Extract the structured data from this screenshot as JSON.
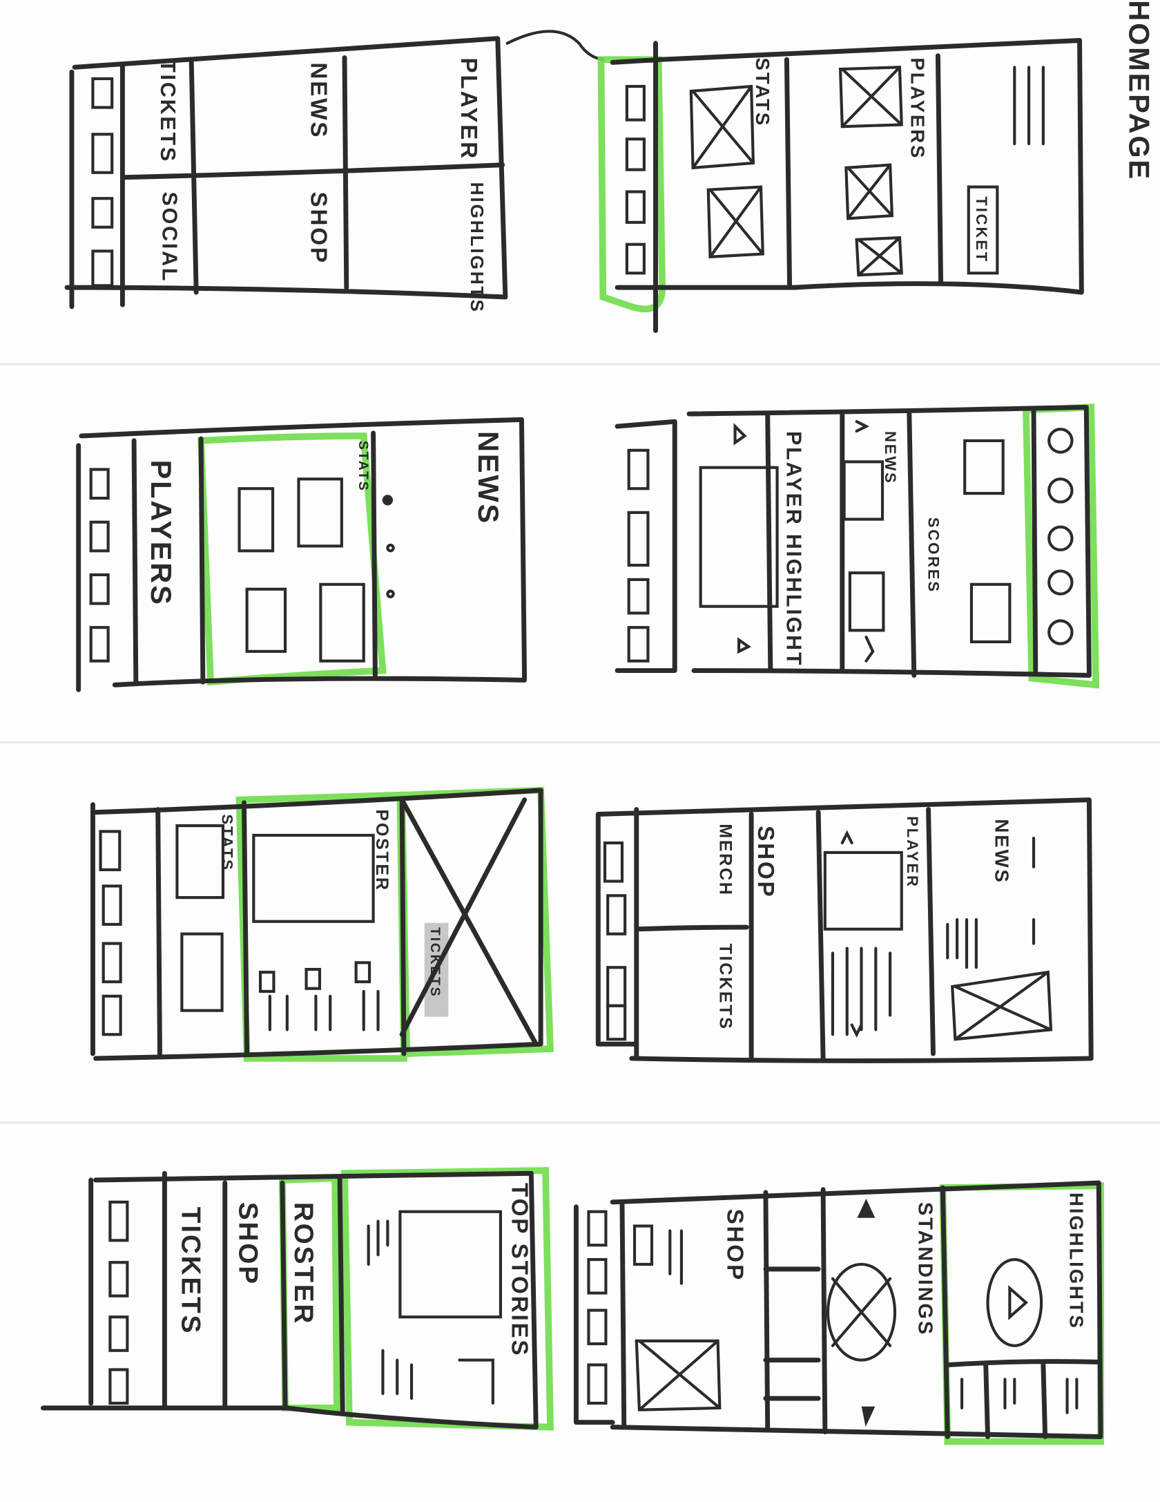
{
  "page_title": "HOMEPAGE",
  "colors": {
    "ink": "#2b2b2b",
    "highlight": "#6fdc4a",
    "paper": "#fdfdfd"
  },
  "sketches": [
    {
      "labels": [
        "TICKETS",
        "SOCIAL",
        "NEWS",
        "SHOP",
        "PLAYER",
        "HIGHLIGHTS"
      ]
    },
    {
      "labels": [
        "STATS",
        "PLAYERS",
        "TICKET"
      ]
    },
    {
      "labels": [
        "PLAYERS",
        "STATS",
        "NEWS"
      ]
    },
    {
      "labels": [
        "PLAYER HIGHLIGHT",
        "NEWS",
        "SCORES"
      ]
    },
    {
      "labels": [
        "STATS",
        "POSTER",
        "TICKETS"
      ]
    },
    {
      "labels": [
        "MERCH",
        "TICKETS",
        "SHOP",
        "PLAYER",
        "NEWS"
      ]
    },
    {
      "labels": [
        "TICKETS",
        "SHOP",
        "ROSTER",
        "TOP STORIES"
      ]
    },
    {
      "labels": [
        "SHOP",
        "STANDINGS",
        "HIGHLIGHTS"
      ]
    }
  ]
}
